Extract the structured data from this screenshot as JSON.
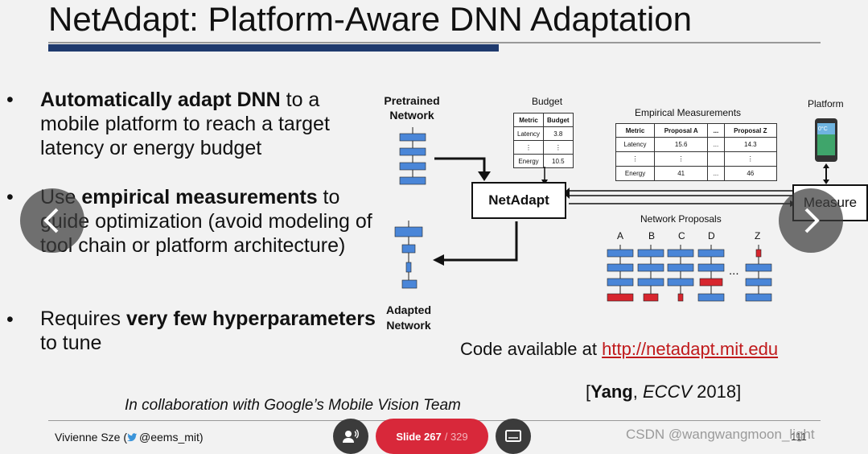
{
  "slide": {
    "title": "NetAdapt: Platform-Aware DNN Adaptation",
    "bullets": [
      {
        "marker": "•",
        "parts": [
          {
            "b": true,
            "t": "Automatically adapt DNN"
          },
          {
            "b": false,
            "t": " to a mobile platform to reach a target latency or energy budget"
          }
        ]
      },
      {
        "marker": "•",
        "parts": [
          {
            "b": false,
            "t": "Use "
          },
          {
            "b": true,
            "t": "empirical measurements"
          },
          {
            "b": false,
            "t": " to guide optimization (avoid modeling of tool chain or platform architecture)"
          }
        ]
      },
      {
        "marker": "•",
        "parts": [
          {
            "b": false,
            "t": "Requires "
          },
          {
            "b": true,
            "t": "very few hyperparameters"
          },
          {
            "b": false,
            "t": " to tune"
          }
        ]
      }
    ],
    "diagram": {
      "pretrained_label": "Pretrained Network",
      "adapted_label": "Adapted Network",
      "budget_title": "Budget",
      "budget_table": {
        "headers": [
          "Metric",
          "Budget"
        ],
        "rows": [
          [
            "Latency",
            "3.8"
          ],
          [
            "⋮",
            "⋮"
          ],
          [
            "Energy",
            "10.5"
          ]
        ]
      },
      "empirical_title": "Empirical Measurements",
      "empirical_table": {
        "headers": [
          "Metric",
          "Proposal A",
          "...",
          "Proposal Z"
        ],
        "rows": [
          [
            "Latency",
            "15.6",
            "...",
            "14.3"
          ],
          [
            "⋮",
            "⋮",
            "",
            "⋮"
          ],
          [
            "Energy",
            "41",
            "...",
            "46"
          ]
        ]
      },
      "platform_label": "Platform",
      "phone_screen_text": "0°C",
      "netadapt_label": "NetAdapt",
      "measure_label": "Measure",
      "proposals_title": "Network Proposals",
      "proposal_letters": [
        "A",
        "B",
        "C",
        "D",
        "Z"
      ],
      "ellipsis": "...",
      "colors": {
        "layer_blue": "#4a86d8",
        "layer_red": "#d7262e"
      }
    },
    "code_prefix": "Code available at ",
    "code_link": "http://netadapt.mit.edu",
    "citation": {
      "open": "[",
      "author": "Yang",
      "sep": ", ",
      "venue": "ECCV",
      "year": " 2018]"
    },
    "collab": "In collaboration with Google’s Mobile Vision Team",
    "footer_author": "Vivienne Sze (",
    "footer_handle": "@eems_mit)",
    "page_number": "111"
  },
  "viewer": {
    "prev_icon": "chevron-left-icon",
    "next_icon": "chevron-right-icon",
    "slide_label": "Slide 267",
    "slide_total": "/ 329",
    "presenter_icon": "presenter-icon",
    "screen_icon": "screen-icon"
  },
  "watermark": "CSDN @wangwangmoon_light"
}
